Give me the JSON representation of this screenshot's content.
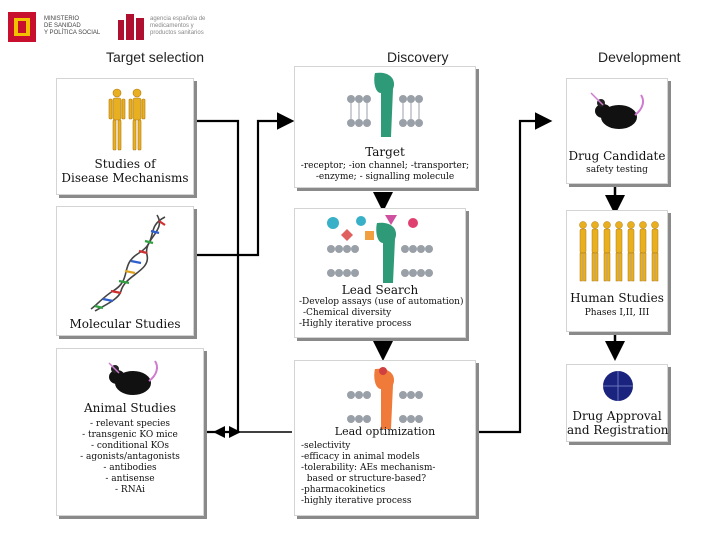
{
  "logos": {
    "ministry": [
      "MINISTERIO",
      "DE SANIDAD",
      "Y POLÍTICA SOCIAL"
    ],
    "agency": [
      "agencia española de",
      "medicamentos y",
      "productos sanitarios"
    ]
  },
  "headers": {
    "target_selection": "Target selection",
    "discovery": "Discovery",
    "development": "Development"
  },
  "left": {
    "disease": [
      "Studies of",
      "Disease Mechanisms"
    ],
    "molecular": "Molecular Studies",
    "animal_title": "Animal Studies",
    "animal_items": [
      "- relevant species",
      "- transgenic KO mice",
      "- conditional KOs",
      "- agonists/antagonists",
      "- antibodies",
      "- antisense",
      "- RNAi"
    ]
  },
  "middle": {
    "target_title": "Target",
    "target_desc": [
      "-receptor; -ion channel; -transporter;",
      "-enzyme; - signalling molecule"
    ],
    "lead_search_title": "Lead Search",
    "lead_search_desc": [
      "-Develop assays (use of automation)",
      "-Chemical diversity",
      "-Highly iterative process"
    ],
    "lead_opt_title": "Lead optimization",
    "lead_opt_desc": [
      "-selectivity",
      "-efficacy in animal models",
      "-tolerability: AEs mechanism-",
      "  based or structure-based?",
      "-pharmacokinetics",
      "-highly iterative process"
    ]
  },
  "right": {
    "candidate_title": "Drug Candidate",
    "candidate_sub": "safety testing",
    "human_title": "Human Studies",
    "human_sub": "Phases I,II, III",
    "approval": [
      "Drug Approval",
      "and Registration"
    ]
  },
  "colors": {
    "ministry_red": "#c8102e",
    "agency_red": "#b01030",
    "receptor_green": "#2e9a78",
    "receptor_orange": "#f07a3a",
    "membrane_gray": "#9aa0a8",
    "figure_yellow": "#e8b020",
    "mouse_black": "#111111",
    "globe_blue": "#1a237e",
    "arrow_black": "#000000"
  }
}
